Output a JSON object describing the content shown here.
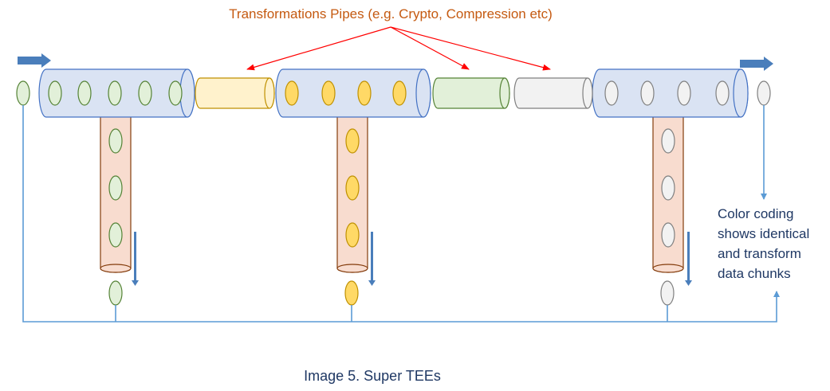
{
  "diagram": {
    "title_annotation": "Transformations Pipes (e.g. Crypto, Compression etc)",
    "caption": "Image 5. Super TEEs",
    "note_lines": [
      "Color coding",
      "shows identical",
      "and transform",
      "data chunks"
    ]
  },
  "colors": {
    "annotation_text": "#c55a11",
    "annotation_arrow": "#ff0000",
    "text_dark": "#1f3864",
    "pipe_blue_fill": "#dae3f3",
    "pipe_blue_stroke": "#4472c4",
    "tee_stem_fill": "#f8dccf",
    "tee_stem_stroke": "#843c0c",
    "chunk_green_fill": "#e2f0d9",
    "chunk_green_stroke": "#548235",
    "chunk_yellow_fill": "#ffd966",
    "chunk_yellow_stroke": "#bf9000",
    "chunk_gray_fill": "#f2f2f2",
    "chunk_gray_stroke": "#7f7f7f",
    "transform_yellow_fill": "#fff2cc",
    "transform_yellow_stroke": "#bf9000",
    "transform_green_fill": "#e2f0d9",
    "transform_green_stroke": "#548235",
    "transform_gray_fill": "#f2f2f2",
    "transform_gray_stroke": "#7f7f7f",
    "flow_line": "#5b9bd5",
    "flow_arrow": "#4a7ebb"
  },
  "icons": [
    "flow-arrow-icon",
    "data-chunk-icon",
    "pipe-icon",
    "tee-icon"
  ]
}
